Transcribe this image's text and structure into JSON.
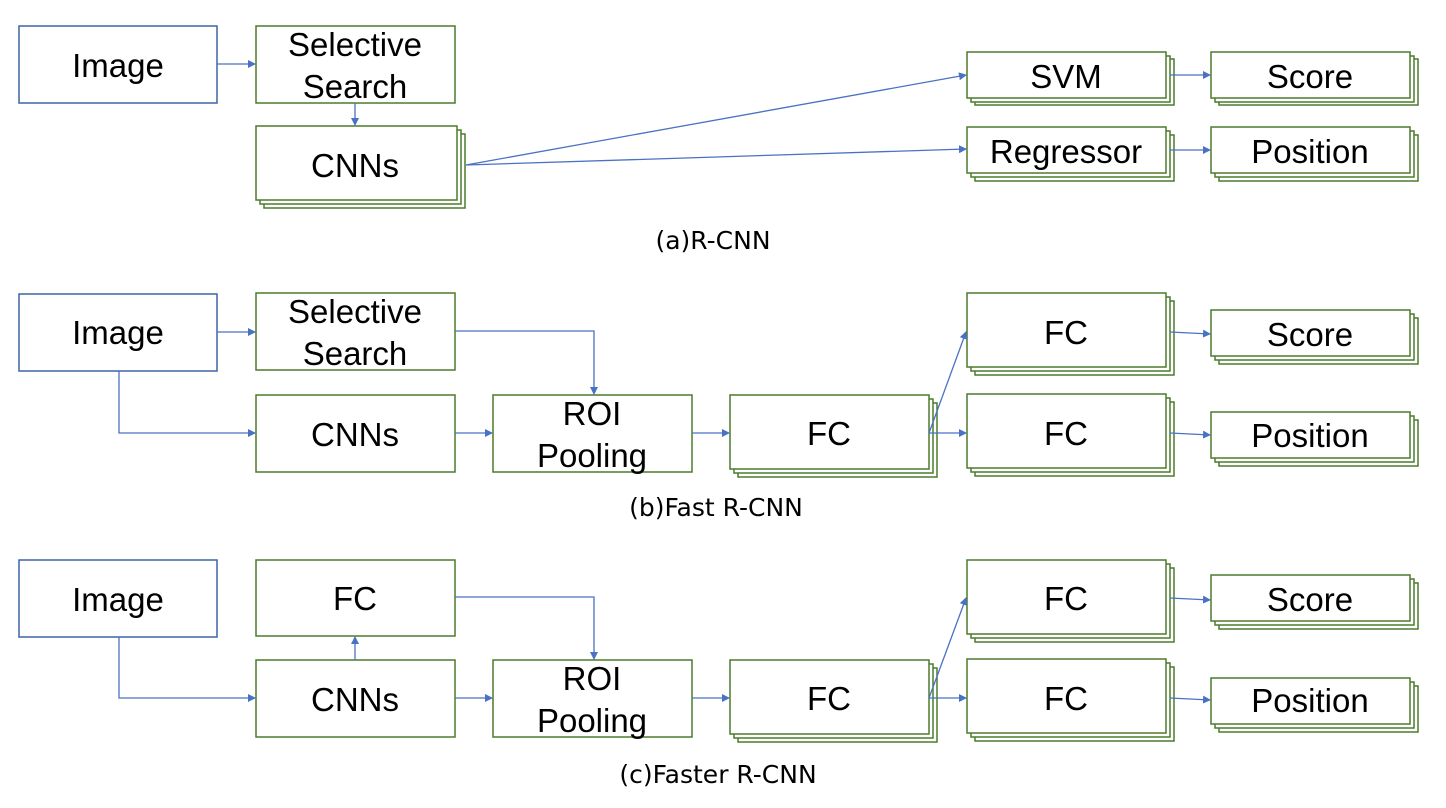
{
  "colors": {
    "blue_border": "#3f62a8",
    "green_border": "#4c7a2c",
    "arrow": "#4a72c4"
  },
  "diagrams": [
    {
      "caption": "(a)R-CNN",
      "labels": {
        "image": "Image",
        "selective_search": [
          "Selective",
          "Search"
        ],
        "cnns": "CNNs",
        "svm": "SVM",
        "regressor": "Regressor",
        "score": "Score",
        "position": "Position"
      }
    },
    {
      "caption": "(b)Fast R-CNN",
      "labels": {
        "image": "Image",
        "selective_search": [
          "Selective",
          "Search"
        ],
        "cnns": "CNNs",
        "roi_pooling": [
          "ROI",
          "Pooling"
        ],
        "fc_main": "FC",
        "fc_top": "FC",
        "fc_bottom": "FC",
        "score": "Score",
        "position": "Position"
      }
    },
    {
      "caption": "(c)Faster R-CNN",
      "labels": {
        "image": "Image",
        "fc_proposal": "FC",
        "cnns": "CNNs",
        "roi_pooling": [
          "ROI",
          "Pooling"
        ],
        "fc_main": "FC",
        "fc_top": "FC",
        "fc_bottom": "FC",
        "score": "Score",
        "position": "Position"
      }
    }
  ]
}
